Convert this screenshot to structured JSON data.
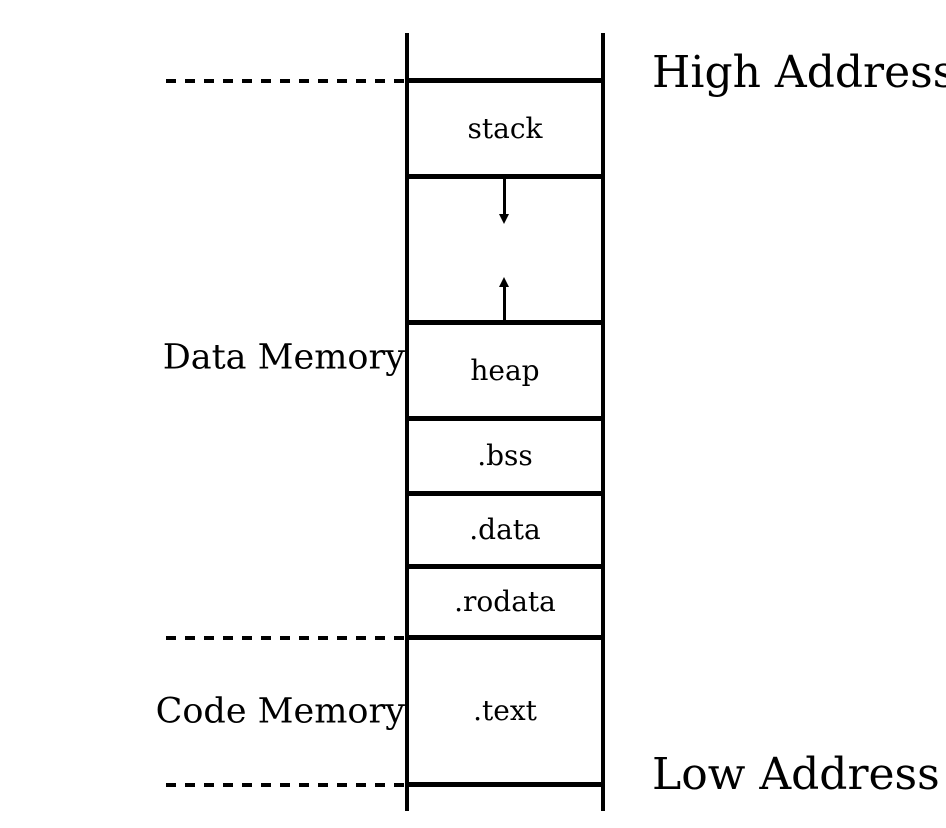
{
  "colors": {
    "ink": "#000000",
    "background": "#ffffff"
  },
  "diagram": {
    "address_labels": {
      "high": "High Address",
      "low": "Low Address"
    },
    "region_labels": {
      "data": "Data Memory",
      "code": "Code Memory"
    },
    "segments": [
      {
        "label": "stack"
      },
      {
        "label": "heap"
      },
      {
        "label": ".bss"
      },
      {
        "label": ".data"
      },
      {
        "label": ".rodata"
      },
      {
        "label": ".text"
      }
    ],
    "icons": {
      "stack_growth": "arrow-down-icon",
      "heap_growth": "arrow-up-icon"
    }
  }
}
